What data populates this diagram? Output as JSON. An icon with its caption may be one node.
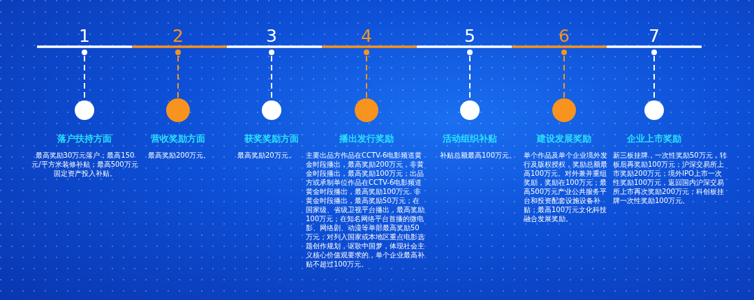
{
  "diagram": {
    "nodes": [
      {
        "text": [
          "落户扶持方面",
          "最高奖励30万元落户；最高150元/平方米装修补贴；最高500万元固定资产投入补贴。"
        ]
      },
      {
        "text": [
          "营收奖励方面",
          "最高奖励200万元。"
        ]
      },
      {
        "text": [
          "获奖奖励方面",
          "最高奖励20万元。"
        ]
      },
      {
        "text": [
          "播出发行奖励",
          "主要出品方作品在CCTV-6电影频道黄金时段播出，最高奖励200万元，非黄金时段播出，最高奖励100万元；出品方或承制单位作品在CCTV-6电影频道黄金时段播出，最高奖励100万元. 非黄金时段播出，最高奖励50万元；在国家级、省级卫视平台播出，最高奖励100万元；在知名网络平台首播的微电影、网络剧、动漫等单部最高奖励50万元；对列入国家或本地区重点电影选题创作规划，讴歌中国梦，体现社会主义核心价值观要求的，单个企业最高补贴不超过100万元。"
        ]
      },
      {
        "text": [
          "活动组织补贴",
          "补贴总额最高100万元。"
        ]
      },
      {
        "text": [
          "建设发展奖励",
          "单个作品及单个企业境外发行及版权授权，奖励总额最高100万元。对外兼并重组奖励，奖励在100万元；最高500万元产业公共服务平台和投资配套设施设备补贴；最高100万元文化科技融合发展奖励。"
        ]
      },
      {
        "text": [
          "企业上市奖励",
          "新三板挂牌，一次性奖励50万元，转板后再奖励100万元；沪深交易所上市奖励200万元；境外IPO上市一次性奖励100万元，返回国内沪深交易所上市再次奖励200万元；科创板挂牌一次性奖励100万元。"
        ]
      }
    ],
    "labels": [
      "1",
      "2",
      "3",
      "4",
      "5",
      "6",
      "7"
    ]
  }
}
